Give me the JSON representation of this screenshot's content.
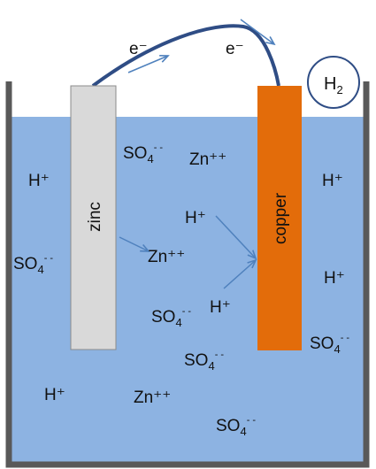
{
  "electrodes": {
    "zinc_label": "zinc",
    "copper_label": "copper"
  },
  "electron_label": "e⁻",
  "gas": {
    "base": "H",
    "sub": "2"
  },
  "ions": {
    "h_plus": "H⁺",
    "zn": "Zn⁺⁺",
    "so4_base": "SO",
    "so4_sub": "4",
    "so4_charge": "- -"
  },
  "colors": {
    "solution": "#8db3e2",
    "container": "#595959",
    "zinc": "#d9d9d9",
    "copper": "#e36c0a",
    "wire": "#2f4d85",
    "arrow": "#4f81bd"
  }
}
